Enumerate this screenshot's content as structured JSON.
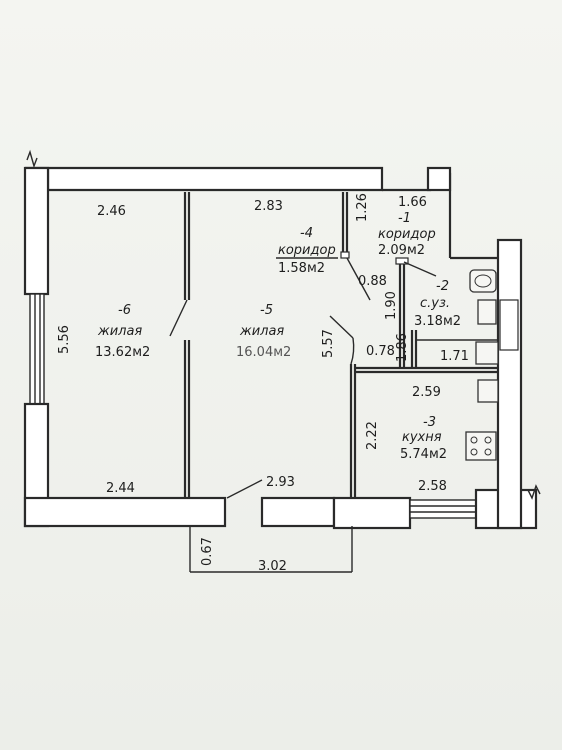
{
  "rooms": {
    "living_left": {
      "number": "-6",
      "type": "жилая",
      "area": "13.62м2"
    },
    "living_mid": {
      "number": "-5",
      "type": "жилая",
      "area": "16.04м2"
    },
    "corridor_4": {
      "number": "-4",
      "type": "коридор",
      "area": "1.58м2"
    },
    "corridor_1": {
      "number": "-1",
      "type": "коридор",
      "area": "2.09м2"
    },
    "bathroom": {
      "number": "-2",
      "type": "с.уз.",
      "area": "3.18м2"
    },
    "kitchen": {
      "number": "-3",
      "type": "кухня",
      "area": "5.74м2"
    }
  },
  "dimensions": {
    "d_2_46": "2.46",
    "d_2_83": "2.83",
    "d_1_26": "1.26",
    "d_1_66": "1.66",
    "d_0_88": "0.88",
    "d_1_90": "1.90",
    "d_0_78": "0.78",
    "d_1_86": "1.86",
    "d_1_71": "1.71",
    "d_2_59": "2.59",
    "d_5_56": "5.56",
    "d_5_57": "5.57",
    "d_2_22": "2.22",
    "d_2_44": "2.44",
    "d_2_93": "2.93",
    "d_2_58": "2.58",
    "d_0_67": "0.67",
    "d_3_02": "3.02"
  }
}
